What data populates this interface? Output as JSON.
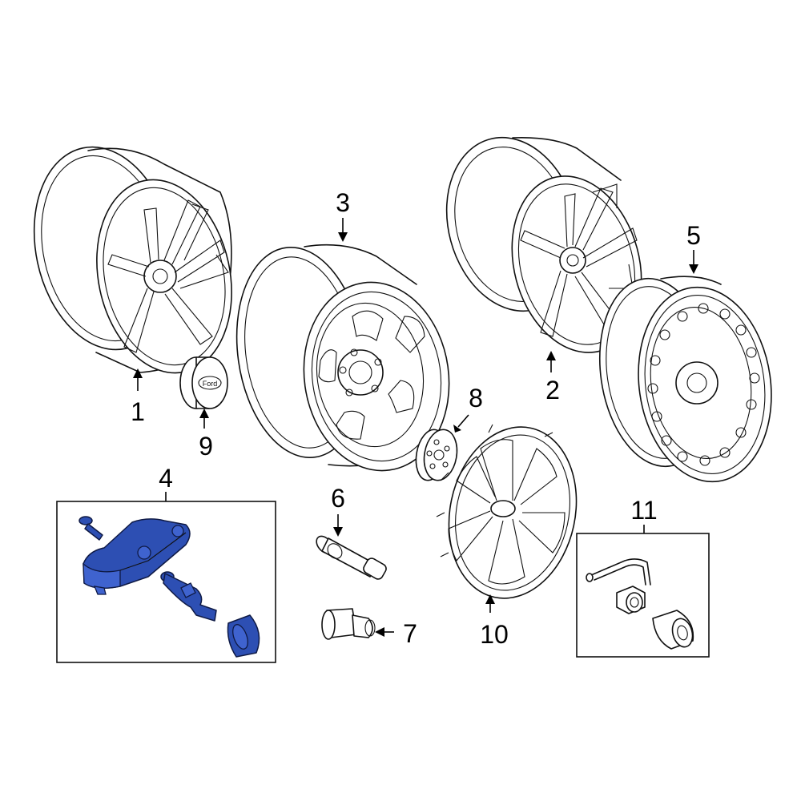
{
  "diagram": {
    "parts": [
      {
        "id": "part-1",
        "callout": "1"
      },
      {
        "id": "part-2",
        "callout": "2"
      },
      {
        "id": "part-3",
        "callout": "3"
      },
      {
        "id": "part-4",
        "callout": "4"
      },
      {
        "id": "part-5",
        "callout": "5"
      },
      {
        "id": "part-6",
        "callout": "6"
      },
      {
        "id": "part-7",
        "callout": "7"
      },
      {
        "id": "part-8",
        "callout": "8"
      },
      {
        "id": "part-9",
        "callout": "9"
      },
      {
        "id": "part-10",
        "callout": "10"
      },
      {
        "id": "part-11",
        "callout": "11"
      }
    ],
    "highlight_color": "#2d4fb3",
    "highlighted_part": "4"
  }
}
